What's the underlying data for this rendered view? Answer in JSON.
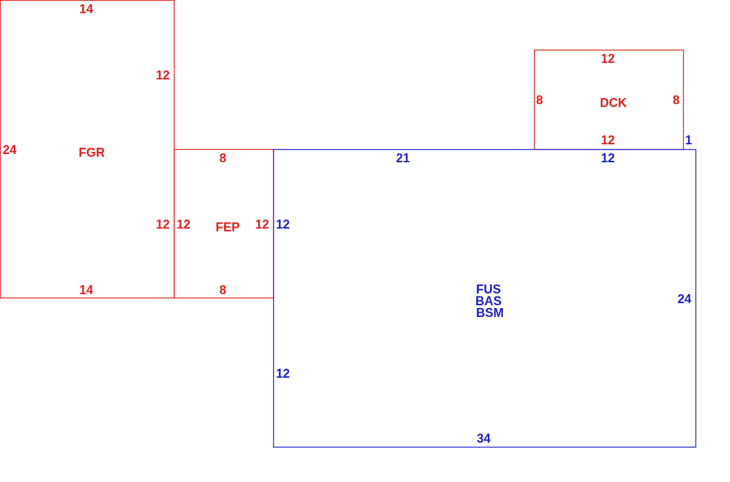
{
  "colors": {
    "red": "#e0201c",
    "blue": "#1a20c8",
    "background": "#ffffff"
  },
  "areas": {
    "fgr": {
      "label": "FGR",
      "top": "14",
      "right_upper": "12",
      "right_lower": "12",
      "left": "24",
      "bottom": "14"
    },
    "fep": {
      "label": "FEP",
      "top": "8",
      "left": "12",
      "right": "12",
      "bottom": "8"
    },
    "dck": {
      "label": "DCK",
      "top": "12",
      "left": "8",
      "right": "8",
      "bottom": "12"
    },
    "main": {
      "labels": [
        "FUS",
        "BAS",
        "BSM"
      ],
      "top_left": "21",
      "top_right": "12",
      "notch": "1",
      "left_upper": "12",
      "left_lower": "12",
      "right": "24",
      "bottom": "34"
    }
  }
}
